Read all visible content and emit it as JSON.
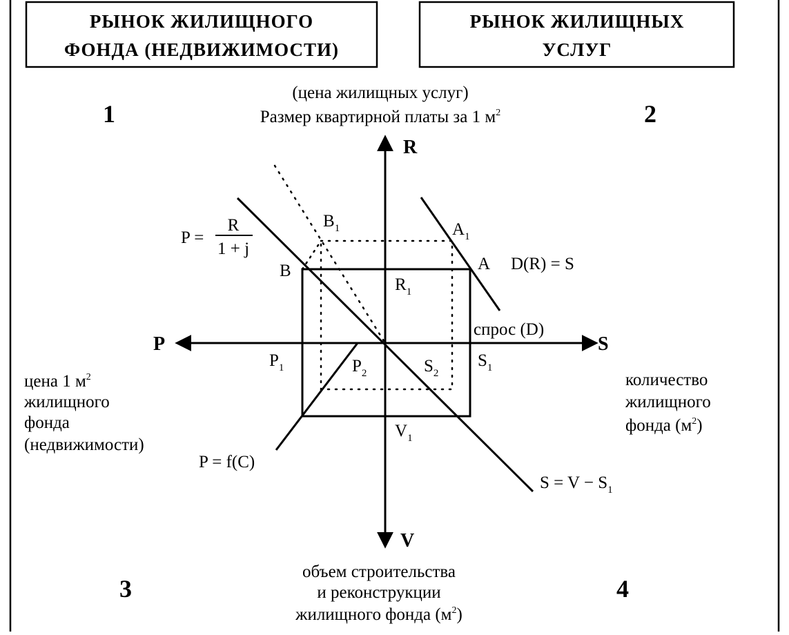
{
  "headers": {
    "left_line1": "РЫНОК ЖИЛИЩНОГО",
    "left_line2": "ФОНДА (НЕДВИЖИМОСТИ)",
    "right_line1": "РЫНОК ЖИЛИЩНЫХ",
    "right_line2": "УСЛУГ"
  },
  "quadrants": {
    "q1": "1",
    "q2": "2",
    "q3": "3",
    "q4": "4"
  },
  "axes": {
    "top": {
      "letter": "R",
      "caption_line1": "(цена жилищных услуг)",
      "caption_line2": "Размер квартирной платы за 1 м",
      "caption_sup": "2"
    },
    "left": {
      "letter": "P",
      "caption_line1": "цена 1 м",
      "caption_line1_sup": "2",
      "caption_line2": "жилищного",
      "caption_line3": "фонда",
      "caption_line4": "(недвижимости)"
    },
    "right": {
      "letter": "S",
      "caption_line1": "количество",
      "caption_line2": "жилищного",
      "caption_line3": "фонда (м",
      "caption_sup": "2",
      "caption_end": ")"
    },
    "bottom": {
      "letter": "V",
      "caption_line1": "объем строительства",
      "caption_line2": "и реконструкции",
      "caption_line3": "жилищного фонда (м",
      "caption_sup": "2",
      "caption_end": ")"
    }
  },
  "labels": {
    "B": "B",
    "B1": "B",
    "B1_sub": "1",
    "A": "A",
    "A1": "A",
    "A1_sub": "1",
    "R1": "R",
    "R1_sub": "1",
    "P1": "P",
    "P1_sub": "1",
    "P2": "P",
    "P2_sub": "2",
    "S2": "S",
    "S2_sub": "2",
    "S1": "S",
    "S1_sub": "1",
    "V1": "V",
    "V1_sub": "1",
    "demand_fn": "D(R) = S",
    "demand_label": "спрос (D)",
    "asset_lhs": "P =",
    "asset_num": "R",
    "asset_den": "1 + j",
    "construction_fn": "P = f(C)",
    "stock_lhs": "S = V − S",
    "stock_sub": "1"
  }
}
